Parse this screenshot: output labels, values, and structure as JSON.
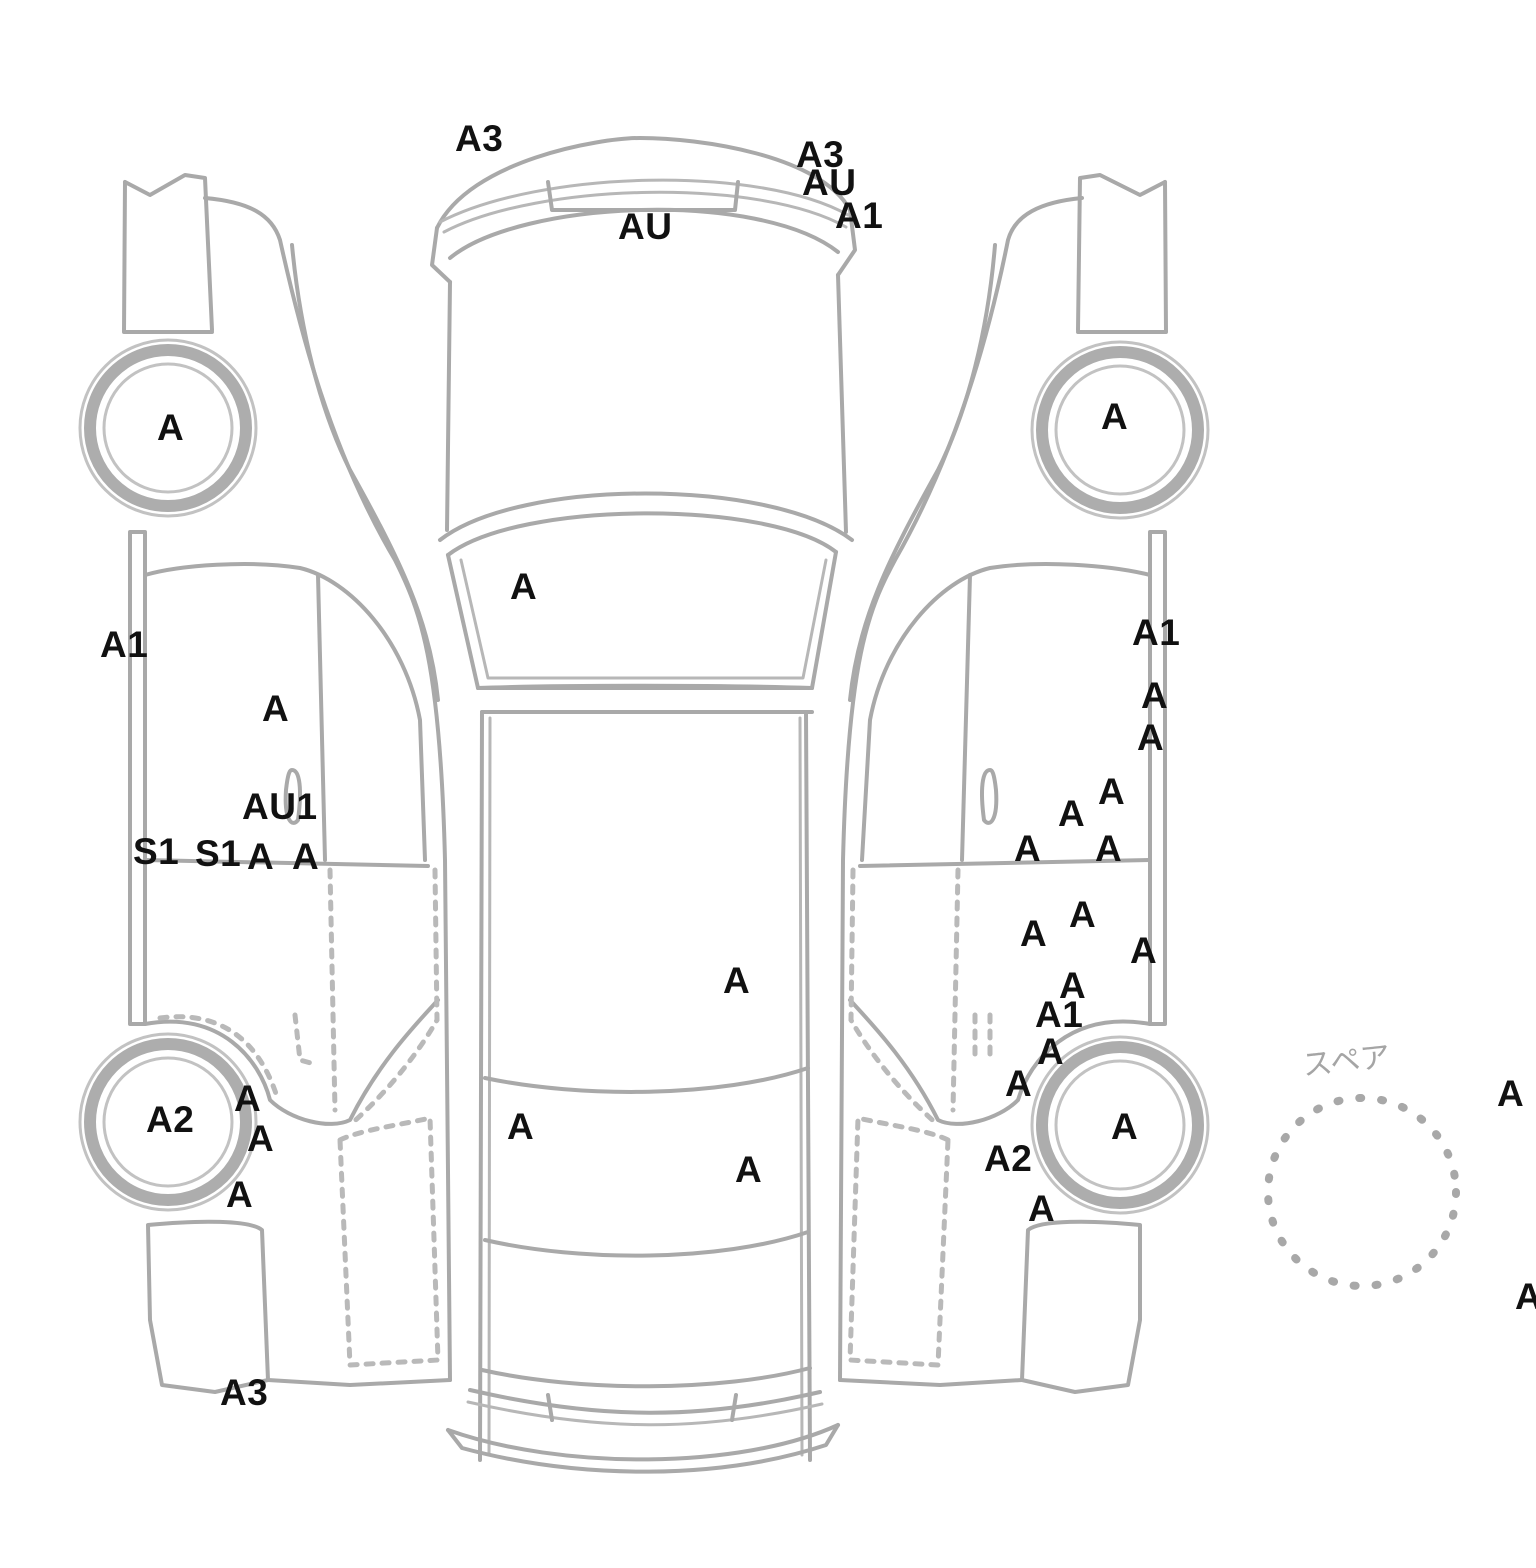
{
  "spare_label": "スペア",
  "zones": {
    "front_bumper": [
      "A3",
      "A3",
      "AU",
      "A1",
      "AU"
    ],
    "left_side": [
      "A",
      "A1",
      "A",
      "AU1",
      "S1",
      "S1",
      "A",
      "A",
      "A2",
      "A",
      "A",
      "A",
      "A3"
    ],
    "roof_top": [
      "A",
      "A",
      "A",
      "A"
    ],
    "right_side": [
      "A",
      "A1",
      "A",
      "A",
      "A",
      "A",
      "A",
      "A",
      "A",
      "A",
      "A",
      "A",
      "A1",
      "A",
      "A",
      "A",
      "A2",
      "A"
    ],
    "spare": [
      "A",
      "A"
    ]
  }
}
